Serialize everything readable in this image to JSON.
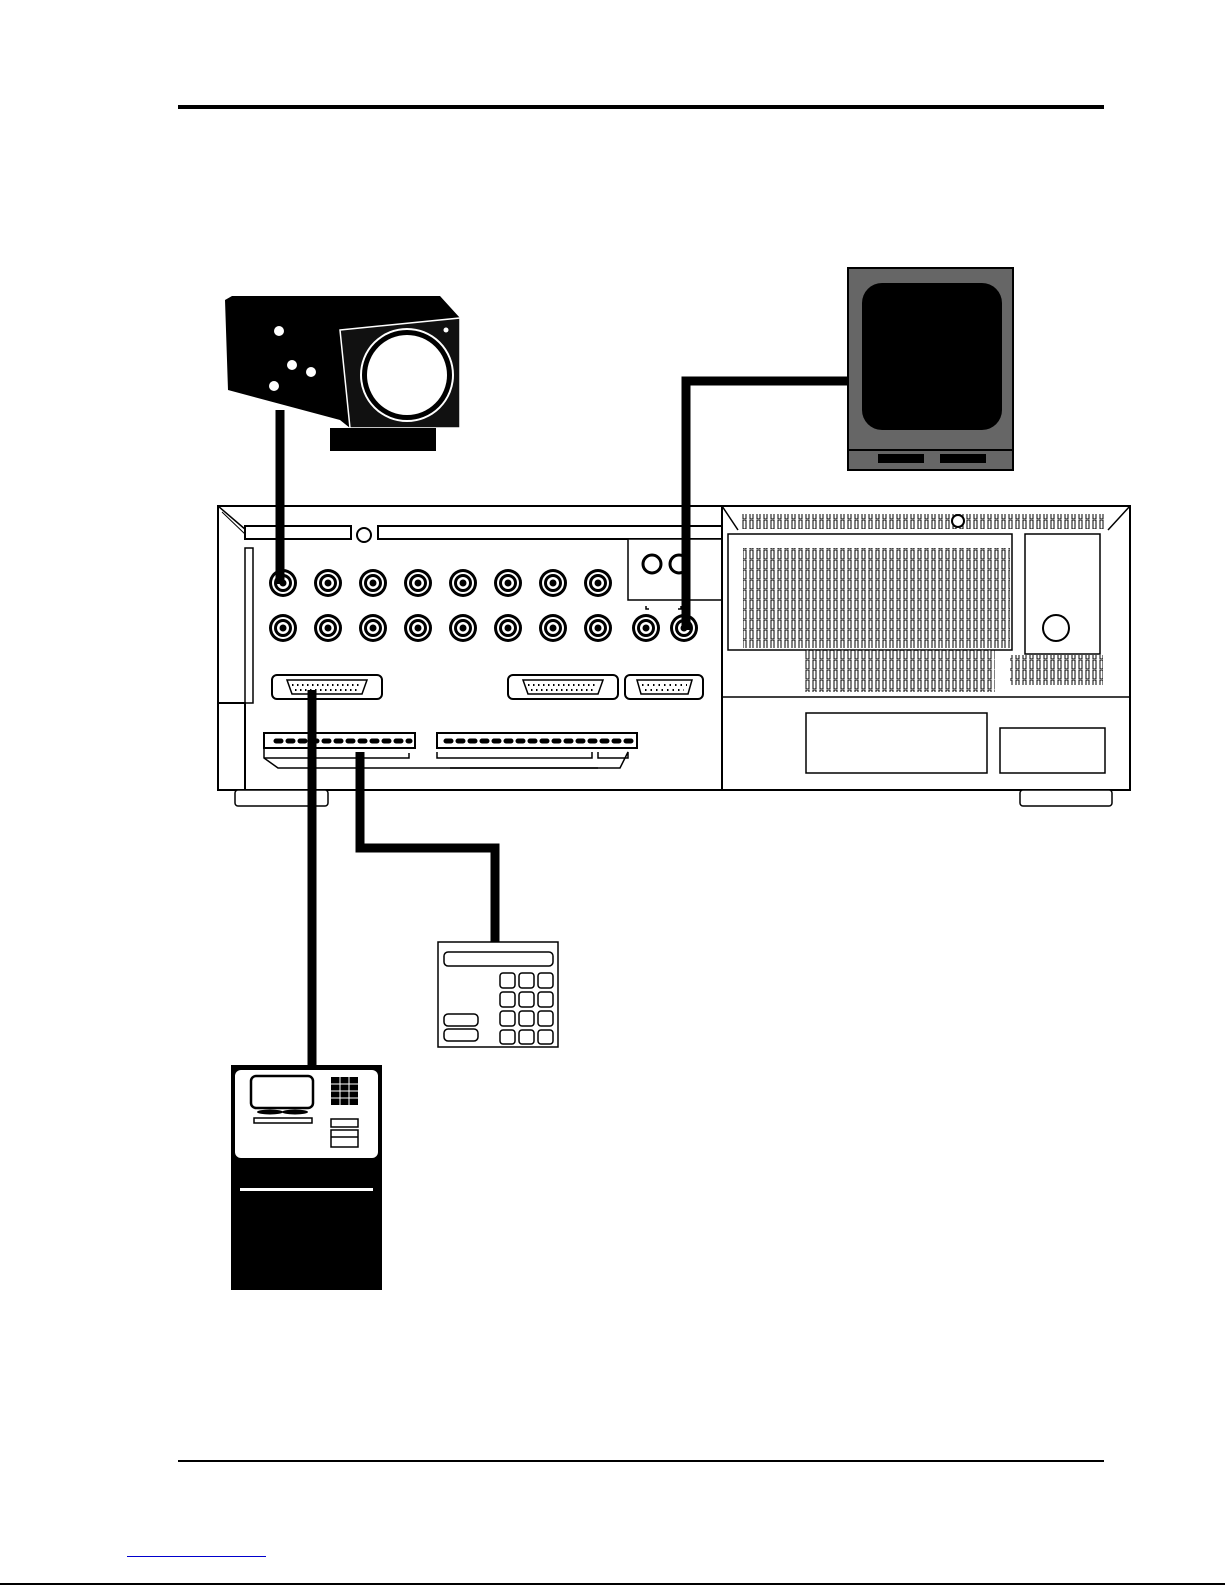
{
  "diagram": {
    "description_free": true,
    "components": [
      "camera-icon",
      "monitor-icon",
      "dvr-rear-panel",
      "keypad-icon",
      "atm-terminal-icon"
    ],
    "colors": {
      "ink": "#000000",
      "monitor_bezel": "#666666",
      "page": "#ffffff",
      "link_rule": "#0000cc"
    },
    "bnc_inputs_count": 16,
    "bnc_outputs_count": 2
  }
}
